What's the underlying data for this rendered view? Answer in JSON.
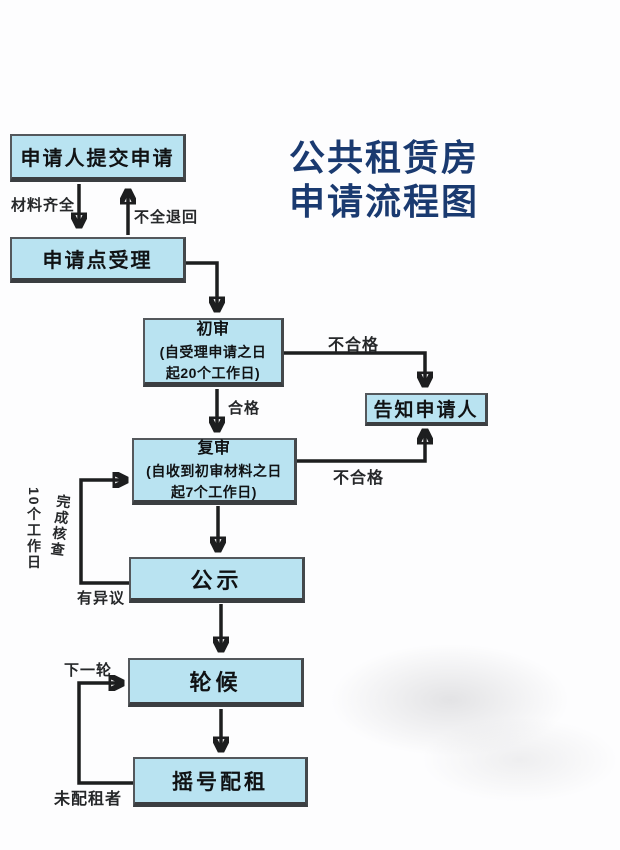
{
  "title": {
    "line1": "公共租赁房",
    "line2": "申请流程图"
  },
  "nodes": {
    "submit": {
      "label": "申请人提交申请"
    },
    "accept": {
      "label": "申请点受理"
    },
    "initial_review": {
      "name": "初审",
      "detail1": "(自受理申请之日",
      "detail2": "起20个工作日)"
    },
    "notify": {
      "label": "告知申请人"
    },
    "re_review": {
      "name": "复审",
      "detail1": "(自收到初审材料之日",
      "detail2": "起7个工作日)"
    },
    "publicity": {
      "label": "公示"
    },
    "waitlist": {
      "label": "轮候"
    },
    "lottery": {
      "label": "摇号配租"
    }
  },
  "edge_labels": {
    "materials_complete": "材料齐全",
    "incomplete_return": "不全退回",
    "initial_fail": "不合格",
    "initial_pass": "合格",
    "review_fail": "不合格",
    "ten_working_days": "10个工作日",
    "verification_done": "完成核查",
    "objection": "有异议",
    "next_round": "下一轮",
    "not_allocated": "未配租者"
  },
  "colors": {
    "node_fill": "#b9e3f1",
    "node_border": "#3b3e41",
    "arrow": "#1d1e1f",
    "title_text": "#1a3a70",
    "label_text": "#26282a"
  }
}
